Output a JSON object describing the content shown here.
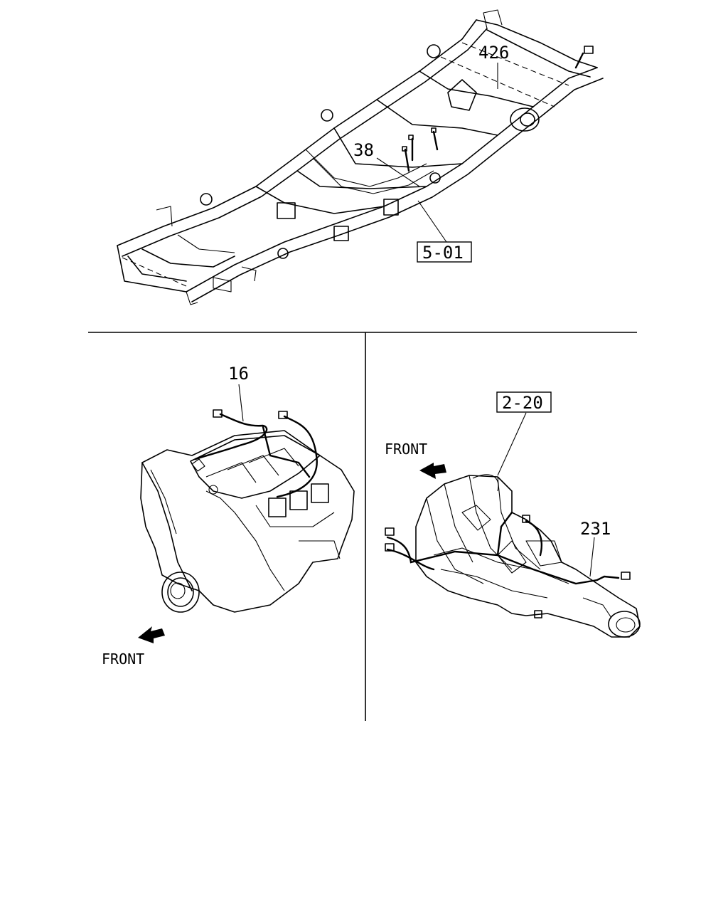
{
  "callouts": {
    "frame_harness": "426",
    "frame_harness_2": "38",
    "frame_ref": "5-01",
    "engine_harness": "16",
    "transmission_ref": "2-20",
    "transmission_harness": "231"
  },
  "direction_labels": {
    "engine_front": "FRONT",
    "transmission_front": "FRONT"
  }
}
